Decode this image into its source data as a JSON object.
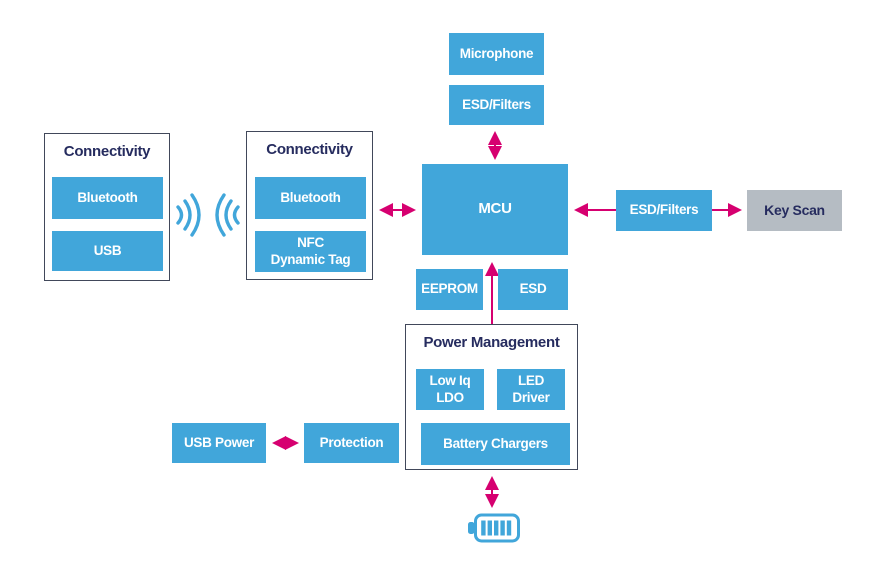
{
  "blocks": {
    "microphone": "Microphone",
    "esd_filters_top": "ESD/Filters",
    "mcu": "MCU",
    "eeprom": "EEPROM",
    "esd": "ESD",
    "esd_filters_right": "ESD/Filters",
    "key_scan": "Key Scan",
    "usb_power": "USB Power",
    "protection": "Protection"
  },
  "groups": {
    "connectivity_left": {
      "title": "Connectivity",
      "bluetooth": "Bluetooth",
      "usb": "USB"
    },
    "connectivity_right": {
      "title": "Connectivity",
      "bluetooth": "Bluetooth",
      "nfc_line1": "NFC",
      "nfc_line2": "Dynamic Tag"
    },
    "power_management": {
      "title": "Power Management",
      "ldo_line1": "Low Iq",
      "ldo_line2": "LDO",
      "led_line1": "LED",
      "led_line2": "Driver",
      "battery_chargers": "Battery Chargers"
    }
  },
  "icons": {
    "wireless_left": "wireless-waves-transmit-icon",
    "wireless_right": "wireless-waves-receive-icon",
    "battery": "battery-icon"
  },
  "colors": {
    "block_blue": "#41A6DA",
    "arrow_magenta": "#D60070",
    "text_navy": "#262C5F",
    "group_border": "#41485A",
    "key_scan_gray": "#B5BCC3",
    "text_white": "#FFFFFF"
  }
}
